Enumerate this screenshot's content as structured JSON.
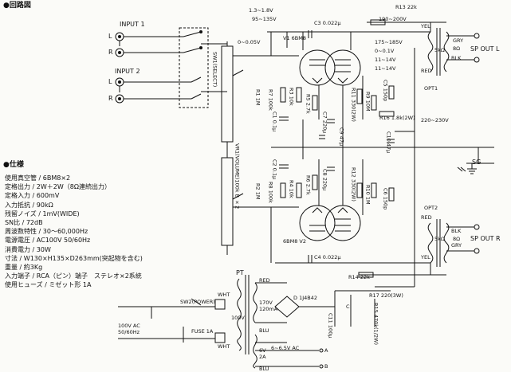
{
  "titles": {
    "circuit": "●回路図",
    "spec": "●仕様"
  },
  "inputs": {
    "input1": "INPUT 1",
    "input2": "INPUT 2",
    "l1": "L",
    "r1": "R",
    "l2": "L",
    "r2": "R"
  },
  "controls": {
    "sw1": "SW1(SELECT)",
    "vr1": "VR1(VOLUME)100k B ×2"
  },
  "components": {
    "r1": "R1 1M",
    "r2": "R2 1M",
    "r3": "R3 10k",
    "r4": "R4 10k",
    "r5": "R5 2.7k",
    "r6": "R6 2.7k",
    "r7": "R7 100k",
    "r8": "R8 100k",
    "r9": "R9 10M",
    "r10": "R10 1M",
    "r11": "R11 330(2W)",
    "r12": "R12 330(2W)",
    "r13": "R13 22k",
    "r14": "R14 22k",
    "r15": "R15 470k(1/2W)",
    "r16": "R16 1.8k(2W)",
    "r17": "R17 220(3W)",
    "c1": "C1 0.1μ",
    "c2": "C2 0.1μ",
    "c3": "C3 0.022μ",
    "c4": "C4 0.022μ",
    "c5": "C5 150p",
    "c6": "C6 150p",
    "c7": "C7 220μ",
    "c8": "C8 220μ",
    "c9": "C9 47μ",
    "c10": "C10 47μ",
    "c11": "C11 100μ",
    "c_extra": "C",
    "d": "D 1J4B42",
    "v1": "V1 6BM8",
    "v2": "6BM8 V2"
  },
  "voltages": {
    "v1": "1.3~1.8V",
    "v2": "95~135V",
    "v3": "0~0.05V",
    "v4": "190~200V",
    "v5": "175~185V",
    "v6": "0~0.1V",
    "v7": "11~14V",
    "v8": "11~14V",
    "v9": "220~230V",
    "v10": "6~6.5V AC"
  },
  "transformers": {
    "opt1": "OPT1",
    "opt2": "OPT2",
    "gry": "GRY",
    "blk": "BLK",
    "yel": "YEL",
    "red": "RED",
    "ohm_primary": "5kΩ",
    "ohm_secondary": "8Ω"
  },
  "outputs": {
    "out_l": "SP OUT L",
    "out_r": "SP OUT R",
    "sg": "SG"
  },
  "power": {
    "pt": "PT",
    "sw2": "SW2(POWER)",
    "fuse": "FUSE 1A",
    "ac_in": "100V AC\n50/60Hz",
    "wht": "WHT",
    "red": "RED",
    "blu": "BLU",
    "tap_100": "100V",
    "tap_170": "170V\n120mA",
    "tap_6v": "6V\n2A",
    "a": "A",
    "b": "B"
  },
  "specs": [
    "使用真空管 / 6BM8×2",
    "定格出力 / 2W＋2W（8Ω連続出力）",
    "定格入力 / 600mV",
    "入力抵抗 / 90kΩ",
    "残留ノイズ / 1mV(WIDE)",
    "SN比 / 72dB",
    "周波数特性 / 30～60,000Hz",
    "電源電圧 / AC100V 50/60Hz",
    "消費電力 / 30W",
    "寸法 / W130×H135×D263mm(突起物を含む)",
    "重量 / 約3Kg",
    "入力端子 / RCA（ピン）端子　ステレオ×2系統",
    "使用ヒューズ / ミゼット形 1A"
  ]
}
